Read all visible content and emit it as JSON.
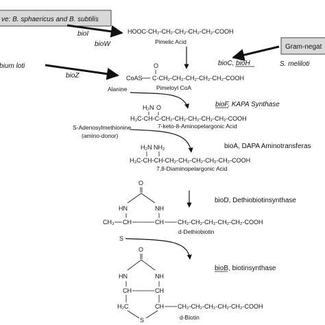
{
  "boxes": {
    "left_top": "ve: B. sphaericus and B. subtilis",
    "right_top": "Gram-negat"
  },
  "labels": {
    "bioI": "bioI",
    "bioW": "bioW",
    "bizobium_loti": "bium loti",
    "bioZ": "bioZ",
    "bioC_bioH": "bioC, bioH",
    "s_meliloti": "S. meliloti",
    "bioF_step": "bioF, KAPA Synthase",
    "bioA_step": "bioA, DAPA Aminotransferas",
    "bioD_step": "bioD, Dethiobiotinsynthase",
    "bioB_step": "bioB, biotinsynthase"
  },
  "reagents": {
    "alanine": "Alanine",
    "sam": "S-Adenosylmethionine",
    "amino_donor": "(amino-donor)",
    "sulfur": "S"
  },
  "compounds": {
    "pimelic_formula": "HOOC-CH₂-CH₂-CH₂-CH₂-CH₂-COOH",
    "pimelic_name": "Pimelic Acid",
    "coa_prefix": "CoAS",
    "coa_chain": "C-CH₂-CH₂-CH₂-CH₂-CH₂-COOH",
    "pimeloyl_name": "Pimeloyl CoA",
    "kapa_amine": "H₂N",
    "kapa_formula": "H₃C-CH-C-CH₂-CH₂-CH₂-CH₂-CH₂-COOH",
    "kapa_name": "7-keto-8-Aminopelargonic Acid",
    "dapa_amine1": "H₂N",
    "dapa_amine2": "NH₂",
    "dapa_formula": "H₃C-CH-CH-CH₂-CH₂-CH₂-CH₂-CH₂-COOH",
    "dapa_name": "7,8-Diaminopelargonic Acid",
    "ring_o": "O",
    "ring_hn": "HN",
    "ring_nh": "NH",
    "dethio_ch3": "CH₃",
    "ring_ch_left": "CH",
    "ring_ch_right": "CH",
    "dethio_chain": "CH₂-CH₂-CH₂-CH₂-CH₂-COOH",
    "dethio_name": "d-Dethiobiotin",
    "biotin_h2c": "H₂C",
    "biotin_ch": "CH",
    "biotin_chain": "CH-CH₂-CH₂-CH₂-CH₂-COOH",
    "biotin_s": "S",
    "biotin_name": "d-Biotin",
    "carbonyl_o": "O"
  }
}
